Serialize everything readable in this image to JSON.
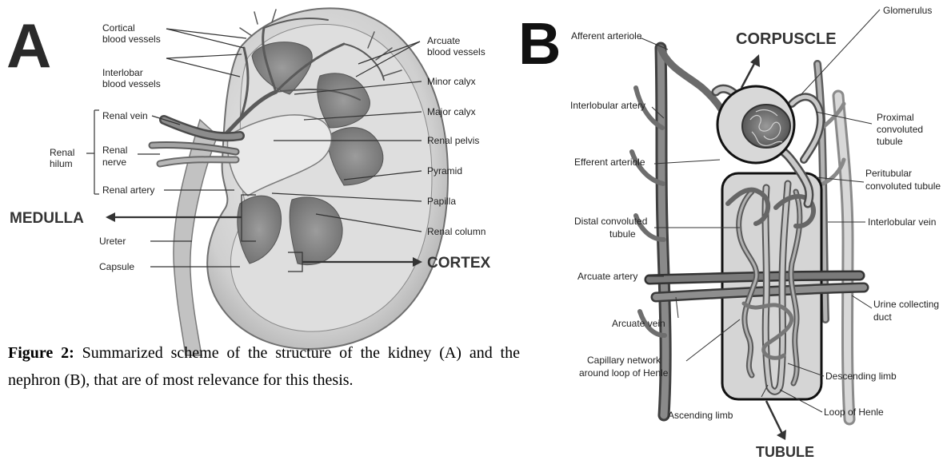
{
  "panel_a": {
    "letter": "A",
    "labels": {
      "cortical": [
        "Cortical",
        "blood vessels"
      ],
      "interlobar": [
        "Interlobar",
        "blood vessels"
      ],
      "renal_vein": "Renal vein",
      "renal_nerve": [
        "Renal",
        "nerve"
      ],
      "renal_artery": "Renal artery",
      "renal_hilum": [
        "Renal",
        "hilum"
      ],
      "medulla": "MEDULLA",
      "ureter": "Ureter",
      "capsule": "Capsule",
      "arcuate": [
        "Arcuate",
        "blood vessels"
      ],
      "minor_calyx": "Minor calyx",
      "major_calyx": "Major calyx",
      "renal_pelvis": "Renal pelvis",
      "pyramid": "Pyramid",
      "papilla": "Papilla",
      "renal_column": "Renal column",
      "cortex": "CORTEX"
    }
  },
  "panel_b": {
    "letter": "B",
    "labels": {
      "afferent": "Afferent arteriole",
      "corpuscle": "CORPUSCLE",
      "glomerulus": "Glomerulus",
      "interlobular_artery": "Interlobular artery",
      "proximal": [
        "Proximal",
        "convoluted",
        "tubule"
      ],
      "efferent": "Efferent arteriole",
      "peritubular": [
        "Peritubular",
        "convoluted tubule"
      ],
      "distal": [
        "Distal convoluted",
        "tubule"
      ],
      "interlobular_vein": "Interlobular vein",
      "arcuate_artery": "Arcuate artery",
      "urine": [
        "Urine collecting",
        "duct"
      ],
      "arcuate_vein": "Arcuate vein",
      "capillary": [
        "Capillary network",
        "around loop of Henle"
      ],
      "descending": "Descending limb",
      "ascending": "Ascending limb",
      "loop": "Loop of Henle",
      "tubule": "TUBULE"
    }
  },
  "caption": {
    "lead": "Figure 2:",
    "text": " Summarized scheme of the structure of the kidney (A) and the nephron (B), that are of most relevance for this thesis."
  }
}
